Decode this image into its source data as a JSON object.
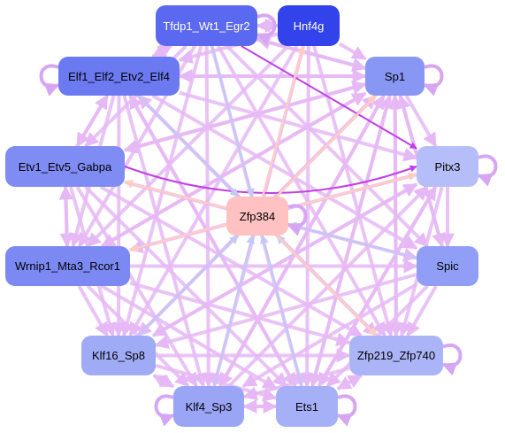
{
  "colors": {
    "edge_default": "#e6b8f5",
    "edge_blue": "#c3c8f6",
    "edge_salmon": "#ffcdc4",
    "edge_magenta": "#c23ee8",
    "self_loop": "#d7a6f2"
  },
  "nodes": [
    {
      "id": "tfdp1",
      "label": "Tfdp1_Wt1_Egr2",
      "fill": "#5a69f0",
      "text_color": "#ffffff",
      "self_loop": "right"
    },
    {
      "id": "hnf4g",
      "label": "Hnf4g",
      "fill": "#3343ec",
      "text_color": "#ffffff"
    },
    {
      "id": "elf1",
      "label": "Elf1_Elf2_Etv2_Elf4",
      "fill": "#6c7af2",
      "text_color": "#000000",
      "self_loop": "left"
    },
    {
      "id": "sp1",
      "label": "Sp1",
      "fill": "#8896f4",
      "text_color": "#000000",
      "self_loop": "right"
    },
    {
      "id": "etv1",
      "label": "Etv1_Etv5_Gabpa",
      "fill": "#7f8cf3",
      "text_color": "#000000"
    },
    {
      "id": "pitx3",
      "label": "Pitx3",
      "fill": "#b5bef8",
      "text_color": "#000000",
      "self_loop": "right"
    },
    {
      "id": "zfp384",
      "label": "Zfp384",
      "fill": "#ffc1c1",
      "text_color": "#000000",
      "self_loop": "right"
    },
    {
      "id": "wrnip1",
      "label": "Wrnip1_Mta3_Rcor1",
      "fill": "#7c89f3",
      "text_color": "#000000"
    },
    {
      "id": "spic",
      "label": "Spic",
      "fill": "#919ef5",
      "text_color": "#000000"
    },
    {
      "id": "klf16",
      "label": "Klf16_Sp8",
      "fill": "#a0abf6",
      "text_color": "#000000"
    },
    {
      "id": "zfp219",
      "label": "Zfp219_Zfp740",
      "fill": "#abb4f7",
      "text_color": "#000000",
      "self_loop": "right"
    },
    {
      "id": "klf4",
      "label": "Klf4_Sp3",
      "fill": "#9aa5f6",
      "text_color": "#000000",
      "self_loop": "left"
    },
    {
      "id": "ets1",
      "label": "Ets1",
      "fill": "#a6b0f7",
      "text_color": "#000000",
      "self_loop": "right"
    }
  ],
  "edges": [
    {
      "from": "etv1",
      "to": "pitx3",
      "color": "magenta",
      "curved": true
    },
    {
      "from": "tfdp1",
      "to": "pitx3",
      "color": "magenta"
    },
    {
      "from": "elf1",
      "to": "zfp384",
      "color": "blue"
    },
    {
      "from": "tfdp1",
      "to": "zfp384",
      "color": "blue"
    },
    {
      "from": "spic",
      "to": "zfp384",
      "color": "blue"
    },
    {
      "from": "klf16",
      "to": "zfp384",
      "color": "blue"
    },
    {
      "from": "ets1",
      "to": "zfp384",
      "color": "blue"
    },
    {
      "from": "zfp219",
      "to": "zfp384",
      "color": "blue"
    },
    {
      "from": "klf4",
      "to": "zfp384",
      "color": "blue"
    },
    {
      "from": "zfp384",
      "to": "wrnip1",
      "color": "salmon"
    },
    {
      "from": "zfp384",
      "to": "pitx3",
      "color": "salmon"
    },
    {
      "from": "zfp384",
      "to": "hnf4g",
      "color": "salmon"
    },
    {
      "from": "zfp384",
      "to": "etv1",
      "color": "salmon"
    },
    {
      "from": "zfp384",
      "to": "zfp219",
      "color": "salmon"
    },
    {
      "from": "zfp384",
      "to": "sp1",
      "color": "salmon"
    },
    {
      "from": "tfdp1",
      "to": "hnf4g"
    },
    {
      "from": "hnf4g",
      "to": "tfdp1"
    },
    {
      "from": "tfdp1",
      "to": "elf1"
    },
    {
      "from": "elf1",
      "to": "tfdp1"
    },
    {
      "from": "tfdp1",
      "to": "sp1"
    },
    {
      "from": "sp1",
      "to": "tfdp1"
    },
    {
      "from": "tfdp1",
      "to": "etv1"
    },
    {
      "from": "tfdp1",
      "to": "wrnip1"
    },
    {
      "from": "tfdp1",
      "to": "spic"
    },
    {
      "from": "tfdp1",
      "to": "klf16"
    },
    {
      "from": "tfdp1",
      "to": "zfp219"
    },
    {
      "from": "tfdp1",
      "to": "klf4"
    },
    {
      "from": "tfdp1",
      "to": "ets1"
    },
    {
      "from": "hnf4g",
      "to": "elf1"
    },
    {
      "from": "hnf4g",
      "to": "sp1"
    },
    {
      "from": "hnf4g",
      "to": "wrnip1"
    },
    {
      "from": "hnf4g",
      "to": "klf16"
    },
    {
      "from": "hnf4g",
      "to": "zfp219"
    },
    {
      "from": "hnf4g",
      "to": "klf4"
    },
    {
      "from": "hnf4g",
      "to": "ets1"
    },
    {
      "from": "elf1",
      "to": "sp1"
    },
    {
      "from": "sp1",
      "to": "elf1"
    },
    {
      "from": "elf1",
      "to": "etv1"
    },
    {
      "from": "etv1",
      "to": "elf1"
    },
    {
      "from": "elf1",
      "to": "wrnip1"
    },
    {
      "from": "elf1",
      "to": "pitx3"
    },
    {
      "from": "elf1",
      "to": "spic"
    },
    {
      "from": "elf1",
      "to": "klf16"
    },
    {
      "from": "elf1",
      "to": "zfp219"
    },
    {
      "from": "elf1",
      "to": "klf4"
    },
    {
      "from": "elf1",
      "to": "ets1"
    },
    {
      "from": "sp1",
      "to": "etv1"
    },
    {
      "from": "sp1",
      "to": "pitx3"
    },
    {
      "from": "sp1",
      "to": "wrnip1"
    },
    {
      "from": "sp1",
      "to": "spic"
    },
    {
      "from": "sp1",
      "to": "klf16"
    },
    {
      "from": "sp1",
      "to": "zfp219"
    },
    {
      "from": "sp1",
      "to": "klf4"
    },
    {
      "from": "sp1",
      "to": "ets1"
    },
    {
      "from": "etv1",
      "to": "wrnip1"
    },
    {
      "from": "wrnip1",
      "to": "etv1"
    },
    {
      "from": "etv1",
      "to": "spic"
    },
    {
      "from": "etv1",
      "to": "klf16"
    },
    {
      "from": "etv1",
      "to": "zfp219"
    },
    {
      "from": "etv1",
      "to": "klf4"
    },
    {
      "from": "etv1",
      "to": "ets1"
    },
    {
      "from": "etv1",
      "to": "sp1"
    },
    {
      "from": "pitx3",
      "to": "spic"
    },
    {
      "from": "pitx3",
      "to": "klf16"
    },
    {
      "from": "pitx3",
      "to": "wrnip1"
    },
    {
      "from": "pitx3",
      "to": "zfp219"
    },
    {
      "from": "pitx3",
      "to": "ets1"
    },
    {
      "from": "wrnip1",
      "to": "spic"
    },
    {
      "from": "wrnip1",
      "to": "klf16"
    },
    {
      "from": "wrnip1",
      "to": "zfp219"
    },
    {
      "from": "wrnip1",
      "to": "klf4"
    },
    {
      "from": "wrnip1",
      "to": "ets1"
    },
    {
      "from": "wrnip1",
      "to": "sp1"
    },
    {
      "from": "spic",
      "to": "klf16"
    },
    {
      "from": "spic",
      "to": "zfp219"
    },
    {
      "from": "spic",
      "to": "klf4"
    },
    {
      "from": "spic",
      "to": "ets1"
    },
    {
      "from": "spic",
      "to": "sp1"
    },
    {
      "from": "klf16",
      "to": "klf4"
    },
    {
      "from": "klf4",
      "to": "klf16"
    },
    {
      "from": "klf16",
      "to": "zfp219"
    },
    {
      "from": "klf16",
      "to": "ets1"
    },
    {
      "from": "klf16",
      "to": "sp1"
    },
    {
      "from": "klf16",
      "to": "pitx3"
    },
    {
      "from": "zfp219",
      "to": "ets1"
    },
    {
      "from": "ets1",
      "to": "zfp219"
    },
    {
      "from": "zfp219",
      "to": "klf4"
    },
    {
      "from": "zfp219",
      "to": "sp1"
    },
    {
      "from": "zfp219",
      "to": "elf1"
    },
    {
      "from": "klf4",
      "to": "ets1"
    },
    {
      "from": "ets1",
      "to": "klf4"
    },
    {
      "from": "klf4",
      "to": "sp1"
    },
    {
      "from": "klf4",
      "to": "pitx3"
    },
    {
      "from": "ets1",
      "to": "sp1"
    },
    {
      "from": "ets1",
      "to": "elf1"
    },
    {
      "from": "ets1",
      "to": "pitx3"
    }
  ]
}
